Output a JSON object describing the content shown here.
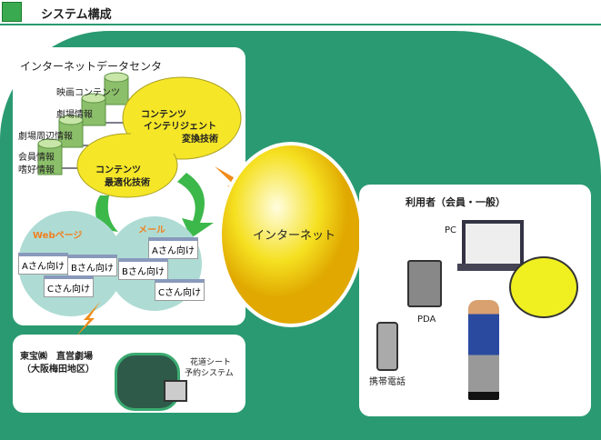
{
  "header": {
    "title": "システム構成"
  },
  "datacenter": {
    "title": "インターネットデータセンタ",
    "databases": [
      "映画コンテンツ",
      "劇場情報",
      "劇場周辺情報",
      "会員情報",
      "嗜好情報"
    ],
    "tech1": [
      "コンテンツ",
      "インテリジェント",
      "変換技術"
    ],
    "tech2": [
      "コンテンツ",
      "最適化技術"
    ],
    "web": {
      "label": "Webページ",
      "items": [
        "Aさん向け",
        "Bさん向け",
        "Cさん向け"
      ]
    },
    "mail": {
      "label": "メール",
      "items": [
        "Aさん向け",
        "Bさん向け",
        "Cさん向け"
      ]
    }
  },
  "internet": {
    "label": "インターネット"
  },
  "theater": {
    "title1": "東宝㈱　直営劇場",
    "title2": "（大阪梅田地区）",
    "system1": "花道シート",
    "system2": "予約システム"
  },
  "users": {
    "title": "利用者（会員・一般）",
    "pc": "PC",
    "pda": "PDA",
    "phone": "携帯電話"
  },
  "colors": {
    "green": "#2a9a72",
    "yellow": "#f5e020",
    "orange": "#f08c1a"
  }
}
